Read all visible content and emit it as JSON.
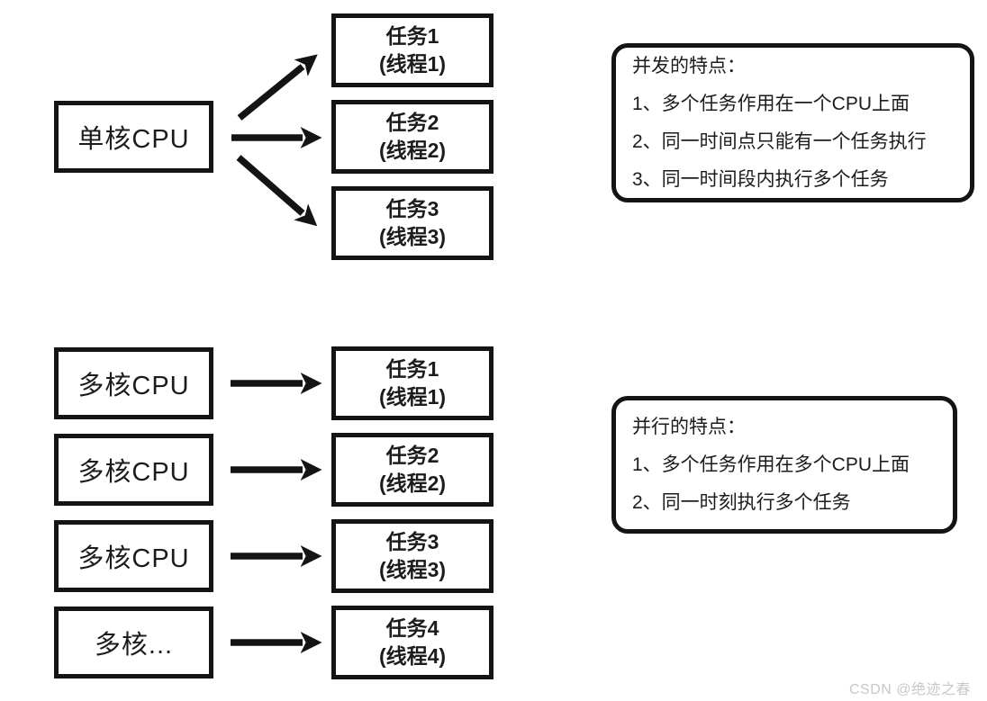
{
  "concurrency": {
    "cpu_label": "单核CPU",
    "tasks": [
      {
        "title": "任务1",
        "subtitle": "(线程1)"
      },
      {
        "title": "任务2",
        "subtitle": "(线程2)"
      },
      {
        "title": "任务3",
        "subtitle": "(线程3)"
      }
    ],
    "note": {
      "title": "并发的特点：",
      "items": [
        "1、多个任务作用在一个CPU上面",
        "2、同一时间点只能有一个任务执行",
        "3、同一时间段内执行多个任务"
      ]
    }
  },
  "parallelism": {
    "cpu_labels": [
      "多核CPU",
      "多核CPU",
      "多核CPU",
      "多核..."
    ],
    "tasks": [
      {
        "title": "任务1",
        "subtitle": "(线程1)"
      },
      {
        "title": "任务2",
        "subtitle": "(线程2)"
      },
      {
        "title": "任务3",
        "subtitle": "(线程3)"
      },
      {
        "title": "任务4",
        "subtitle": "(线程4)"
      }
    ],
    "note": {
      "title": "并行的特点：",
      "items": [
        "1、多个任务作用在多个CPU上面",
        "2、同一时刻执行多个任务"
      ]
    }
  },
  "watermark": "CSDN @绝迹之春",
  "colors": {
    "ink": "#141414",
    "background": "#ffffff",
    "watermark": "#c8c8c8"
  }
}
